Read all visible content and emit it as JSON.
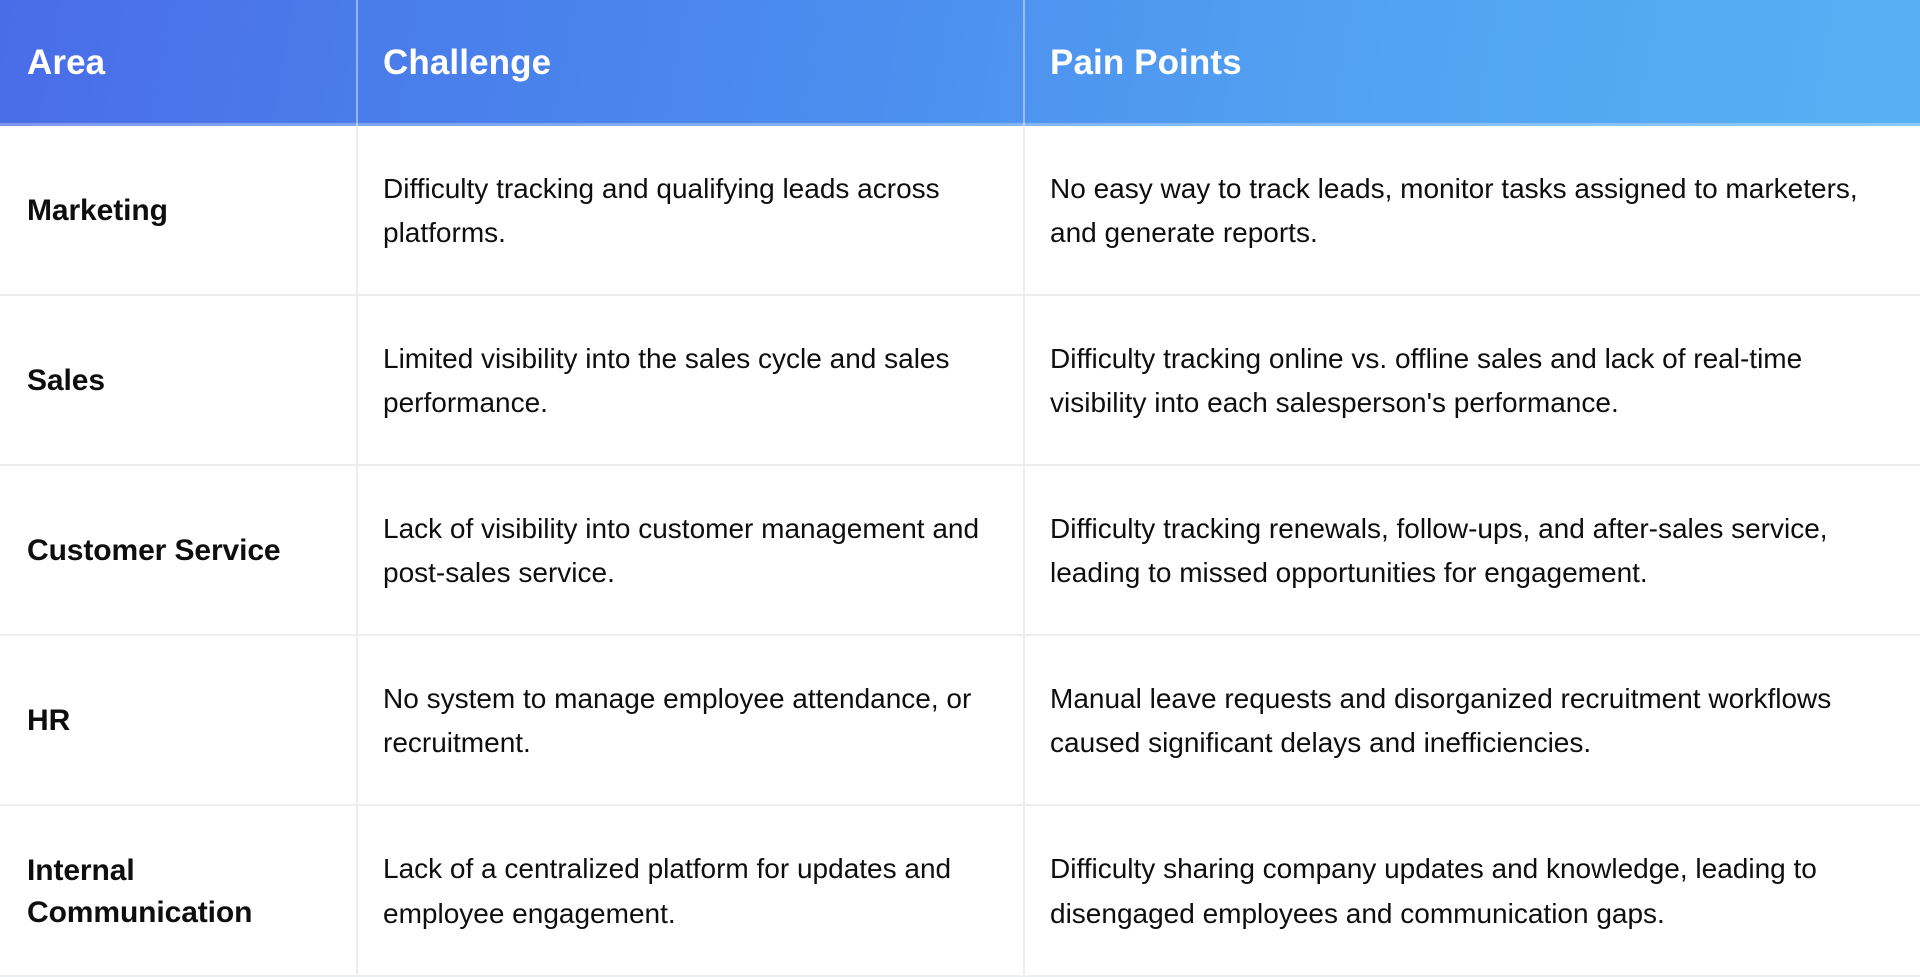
{
  "table": {
    "columns": [
      {
        "key": "area",
        "label": "Area"
      },
      {
        "key": "challenge",
        "label": "Challenge"
      },
      {
        "key": "pain",
        "label": "Pain Points"
      }
    ],
    "header_gradient": {
      "from": "#4a6ce8",
      "to": "#58b0f3",
      "text_color": "#ffffff"
    },
    "row_divider_color": "#eceef1",
    "body_text_color": "#0e0e0e",
    "rows": [
      {
        "area": "Marketing",
        "challenge": "Difficulty tracking and qualifying leads across platforms.",
        "pain": "No easy way to track leads, monitor tasks assigned to marketers, and generate reports."
      },
      {
        "area": "Sales",
        "challenge": "Limited visibility into the sales cycle and sales performance.",
        "pain": "Difficulty tracking online vs. offline sales and lack of real-time visibility into each salesperson's performance."
      },
      {
        "area": "Customer Service",
        "challenge": "Lack of visibility into customer management and post-sales service.",
        "pain": "Difficulty tracking renewals, follow-ups, and after-sales service, leading to missed opportunities for engagement."
      },
      {
        "area": "HR",
        "challenge": "No system to manage employee attendance, or recruitment.",
        "pain": "Manual leave requests and disorganized recruitment workflows caused significant delays and inefficiencies."
      },
      {
        "area": "Internal Communication",
        "challenge": "Lack of a centralized platform for updates and employee engagement.",
        "pain": "Difficulty sharing company updates and knowledge, leading to disengaged employees and communication gaps."
      }
    ]
  }
}
